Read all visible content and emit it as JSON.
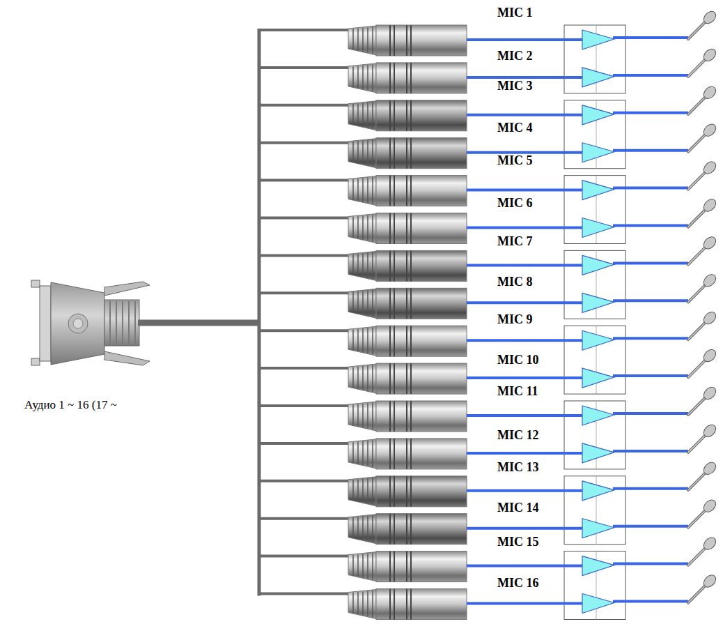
{
  "diagram": {
    "labels": [
      "MIC 1",
      "MIC 2",
      "MIC 3",
      "MIC 4",
      "MIC 5",
      "MIC 6",
      "MIC 7",
      "MIC 8",
      "MIC 9",
      "MIC 10",
      "MIC 11",
      "MIC 12",
      "MIC 13",
      "MIC 14",
      "MIC 15",
      "MIC 16",
      "Аудио 1 ~ 16 (17 ~"
    ]
  }
}
